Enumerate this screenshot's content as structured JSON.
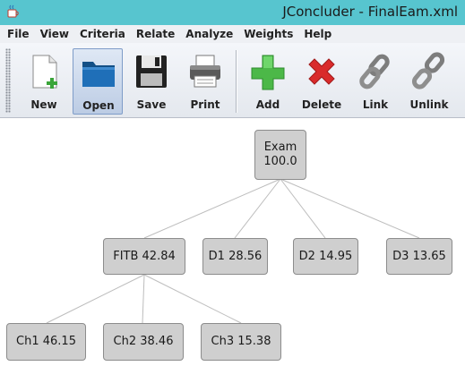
{
  "window": {
    "title": "JConcluder - FinalEam.xml",
    "icon": "java-cup-icon"
  },
  "menu": [
    "File",
    "View",
    "Criteria",
    "Relate",
    "Analyze",
    "Weights",
    "Help"
  ],
  "toolbar": {
    "new_label": "New",
    "open_label": "Open",
    "save_label": "Save",
    "print_label": "Print",
    "add_label": "Add",
    "delete_label": "Delete",
    "link_label": "Link",
    "unlink_label": "Unlink",
    "active": "Open",
    "icons": {
      "new": "new-document-icon",
      "open": "folder-icon",
      "save": "floppy-disk-icon",
      "print": "printer-icon",
      "add": "green-plus-icon",
      "delete": "red-x-icon",
      "link": "chain-link-icon",
      "unlink": "broken-chain-icon"
    }
  },
  "tree": {
    "root": {
      "name": "Exam",
      "value": "100.0"
    },
    "level1": [
      {
        "label": "FITB 42.84"
      },
      {
        "label": "D1 28.56"
      },
      {
        "label": "D2 14.95"
      },
      {
        "label": "D3 13.65"
      }
    ],
    "level2": [
      {
        "label": "Ch1 46.15"
      },
      {
        "label": "Ch2 38.46"
      },
      {
        "label": "Ch3 15.38"
      }
    ]
  },
  "colors": {
    "titlebar": "#57c5cf",
    "node_fill": "#cfcfcf",
    "node_border": "#8c8c8c",
    "edge": "#bdbdbd"
  }
}
